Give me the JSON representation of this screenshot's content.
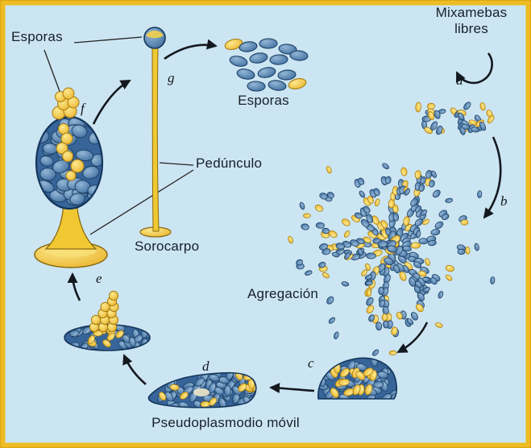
{
  "figure": {
    "labels": {
      "esporas_left": "Esporas",
      "esporas_cluster": "Esporas",
      "mixamebas_libres": "Mixamebas libres",
      "pedunculo": "Pedúnculo",
      "sorocarpo": "Sorocarpo",
      "agregacion": "Agregación",
      "pseudoplasmodio_movil": "Pseudoplasmodio móvil"
    },
    "step_letters": {
      "a": "a",
      "b": "b",
      "c": "c",
      "d": "d",
      "e": "e",
      "f": "f",
      "g": "g"
    },
    "colors": {
      "background": "#cce5f2",
      "frame": "#eebc20",
      "frame_edge": "#c89010",
      "cell_blue_light": "#93b6d6",
      "cell_blue": "#3f6f9f",
      "cell_blue_dark": "#1d4066",
      "cell_yellow_light": "#fce98e",
      "cell_yellow": "#eab42c",
      "cell_yellow_dark": "#a97e10",
      "mass_blue": "#37659a",
      "stalk_yellow": "#f0c832",
      "stalk_edge": "#8a6a10",
      "ink": "#14191f"
    }
  }
}
